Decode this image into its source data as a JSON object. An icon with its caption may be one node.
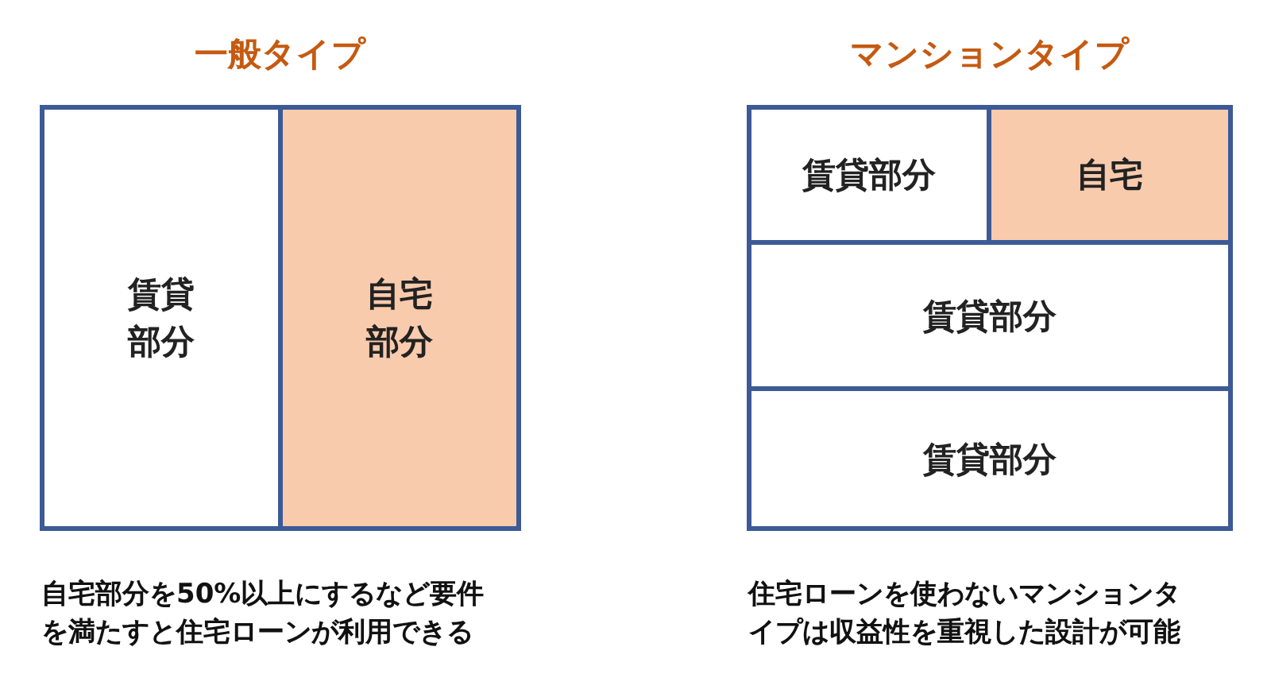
{
  "diagram": {
    "nodes": [
      {
        "text": [
          "一般タイプ"
        ],
        "beside": [
          "自宅部分を50%以上にするなど要件を満たすと住宅ローンが利用できる"
        ]
      },
      {
        "text": [
          "賃貸部分"
        ],
        "in": 0
      },
      {
        "text": [
          "自宅部分"
        ],
        "in": 0
      },
      {
        "text": [
          "マンションタイプ"
        ],
        "beside": [
          "住宅ローンを使わないマンションタイプは収益性を重視した設計が可能"
        ]
      },
      {
        "text": [
          "賃貸部分"
        ],
        "in": 3
      },
      {
        "text": [
          "自宅"
        ],
        "in": 3
      },
      {
        "text": [
          "賃貸部分"
        ],
        "in": 3
      },
      {
        "text": [
          "賃貸部分"
        ],
        "in": 3
      }
    ]
  }
}
